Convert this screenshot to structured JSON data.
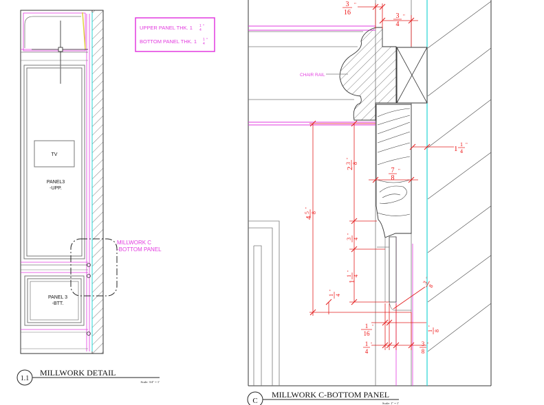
{
  "left_detail": {
    "tv_label": "TV",
    "upper_panel_label": [
      "PANEL3",
      "-UPP."
    ],
    "bottom_panel_label": [
      "PANEL 3",
      "-BTT."
    ],
    "callout_label": [
      "MILLWORK C",
      "-BOTTOM PANEL"
    ],
    "callout_number": "1.1",
    "title": "MILLWORK DETAIL",
    "scale": "Scale: 3/4\" = 1'"
  },
  "notes": {
    "upper_panel": "UPPER PANEL THK. 1",
    "bottom_panel": "BOTTOM PANEL THK. 1",
    "fraction_num": "1",
    "fraction_den": "4",
    "inch": "\""
  },
  "right_section": {
    "chair_rail_label": "CHAIR RAIL",
    "title": "MILLWORK C-BOTTOM PANEL",
    "callout_letter": "C",
    "scale": "Scale: 1\" = 1'",
    "dims": {
      "top_a_num": "3",
      "top_a_den": "16",
      "top_b_num": "3",
      "top_b_den": "4",
      "right_a_whole": "1",
      "right_a_num": "1",
      "right_a_den": "4",
      "mid_a_num": "7",
      "mid_a_den": "8",
      "v_a_whole": "2",
      "v_a_num": "3",
      "v_a_den": "8",
      "v_b_whole": "4",
      "v_b_num": "5",
      "v_b_den": "8",
      "v_c_num": "3",
      "v_c_den": "4",
      "v_d_num": "1",
      "v_d_den": "4",
      "v_e_num": "1",
      "v_e_den": "4",
      "bot_a_num": "1",
      "bot_a_den": "16",
      "bot_b_num": "1",
      "bot_b_den": "8",
      "bot_c_num": "1",
      "bot_c_den": "4",
      "bot_d_num": "3",
      "bot_d_den": "8",
      "diag_a_num": "3",
      "diag_a_den": "8",
      "inch": "\""
    }
  }
}
